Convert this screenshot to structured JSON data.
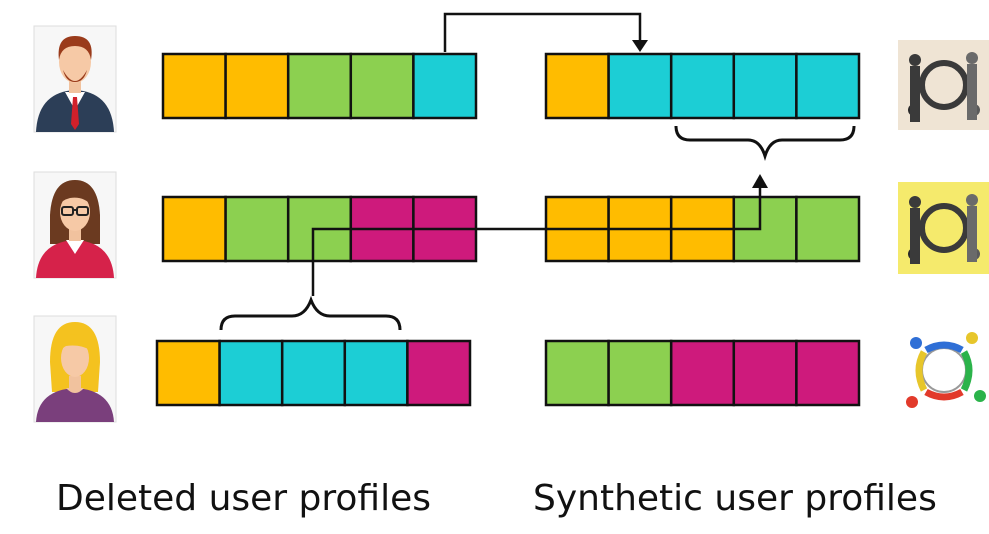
{
  "colors": {
    "yellow": "#FFBC00",
    "green": "#8CD050",
    "cyan": "#1CCED5",
    "magenta": "#CE1A7C",
    "outline": "#111111"
  },
  "deleted_profiles": {
    "caption": "Deleted user profiles",
    "users": [
      {
        "avatar": "man-avatar-icon",
        "segments": [
          "yellow",
          "yellow",
          "green",
          "green",
          "cyan"
        ]
      },
      {
        "avatar": "woman-glasses-avatar-icon",
        "segments": [
          "yellow",
          "green",
          "green",
          "magenta",
          "magenta"
        ]
      },
      {
        "avatar": "woman-blonde-avatar-icon",
        "segments": [
          "yellow",
          "cyan",
          "cyan",
          "cyan",
          "magenta"
        ]
      }
    ]
  },
  "synthetic_profiles": {
    "caption": "Synthetic user profiles",
    "profiles": [
      {
        "icon": "group-circle-icon",
        "segments": [
          "yellow",
          "cyan",
          "cyan",
          "cyan",
          "cyan"
        ]
      },
      {
        "icon": "group-circle-yellow-icon",
        "segments": [
          "yellow",
          "yellow",
          "yellow",
          "green",
          "green"
        ]
      },
      {
        "icon": "group-circle-colored-icon",
        "segments": [
          "green",
          "green",
          "magenta",
          "magenta",
          "magenta"
        ]
      }
    ]
  }
}
